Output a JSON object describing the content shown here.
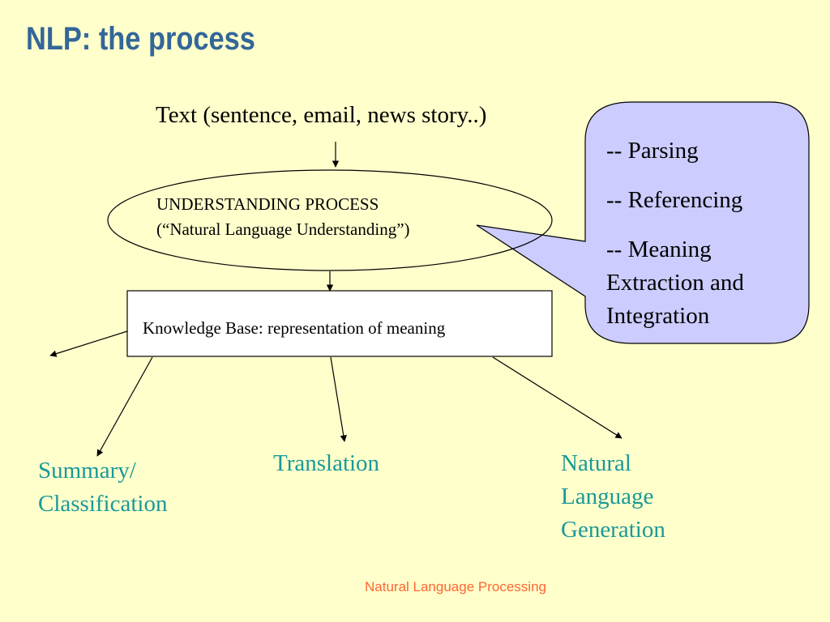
{
  "slide": {
    "title": "NLP: the process",
    "footer": "Natural Language Processing"
  },
  "diagram": {
    "input_text": "Text (sentence, email, news story..)",
    "process_line1": "UNDERSTANDING PROCESS",
    "process_line2": "(“Natural Language Understanding”)",
    "knowledge_base": "Knowledge Base: representation of meaning",
    "callout_items": [
      "-- Parsing",
      "-- Referencing",
      "-- Meaning Extraction and Integration"
    ],
    "outputs": {
      "summary_line1": "Summary/",
      "summary_line2": "Classification",
      "translation": "Translation",
      "nlg_line1": "Natural",
      "nlg_line2": "Language",
      "nlg_line3": "Generation"
    },
    "colors": {
      "background": "#ffffcc",
      "title": "#336699",
      "callout_fill": "#ccccff",
      "output_text": "#1a9999",
      "footer": "#ff6633"
    }
  }
}
